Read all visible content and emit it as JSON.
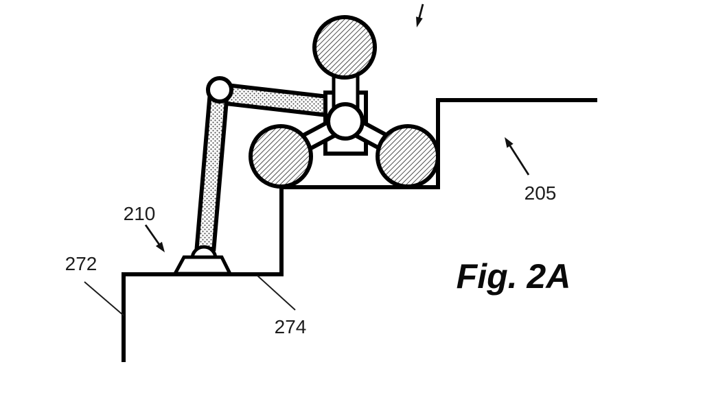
{
  "figure": {
    "caption": "Fig. 2A",
    "labels": {
      "l272": "272",
      "l210": "210",
      "l274": "274",
      "l205": "205"
    },
    "colors": {
      "line": "#000000",
      "background": "#ffffff",
      "hatch": "#2f2f2f",
      "stipple": "#555555"
    },
    "parts": {
      "staircase": "three-step staircase outline",
      "robot": "wheeled robot with hatched head and wheels",
      "arm": "articulated support arm with suction-cup base"
    }
  }
}
